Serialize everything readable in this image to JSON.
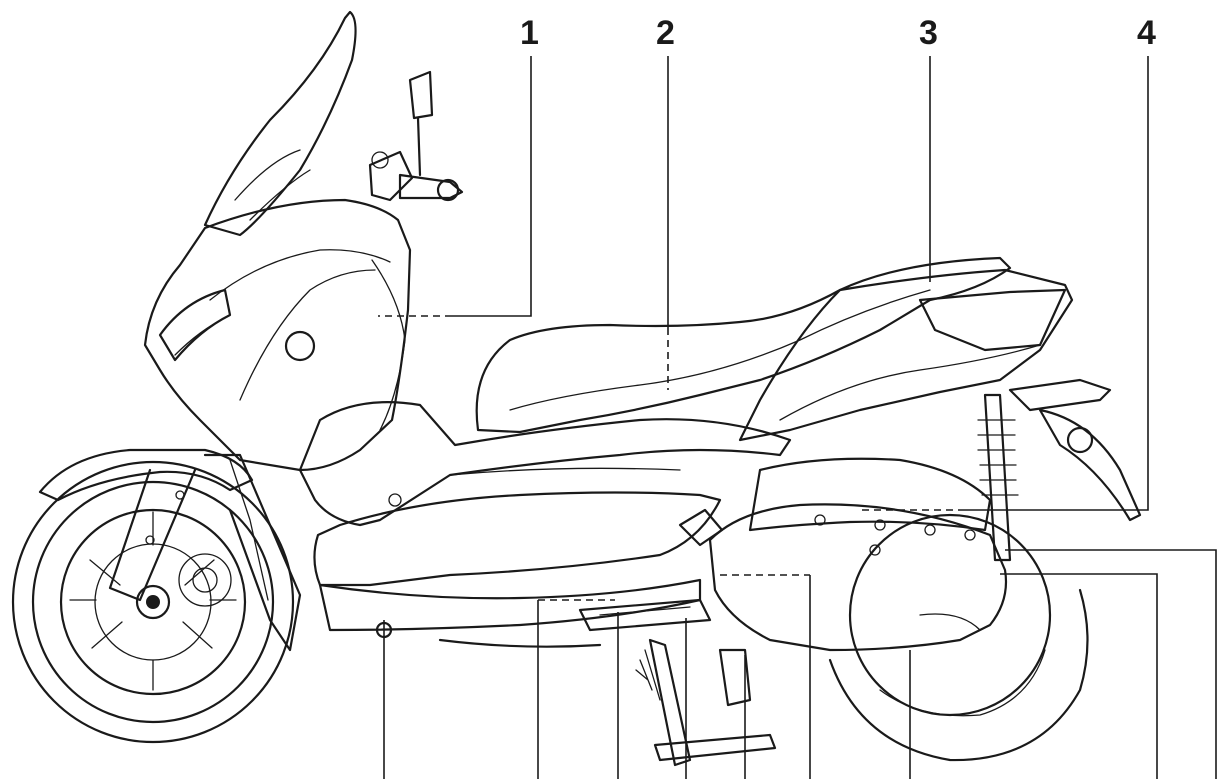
{
  "callouts": [
    {
      "label": "1"
    },
    {
      "label": "2"
    },
    {
      "label": "3"
    },
    {
      "label": "4"
    }
  ],
  "colors": {
    "ink": "#1a1a1a",
    "background": "#ffffff"
  }
}
